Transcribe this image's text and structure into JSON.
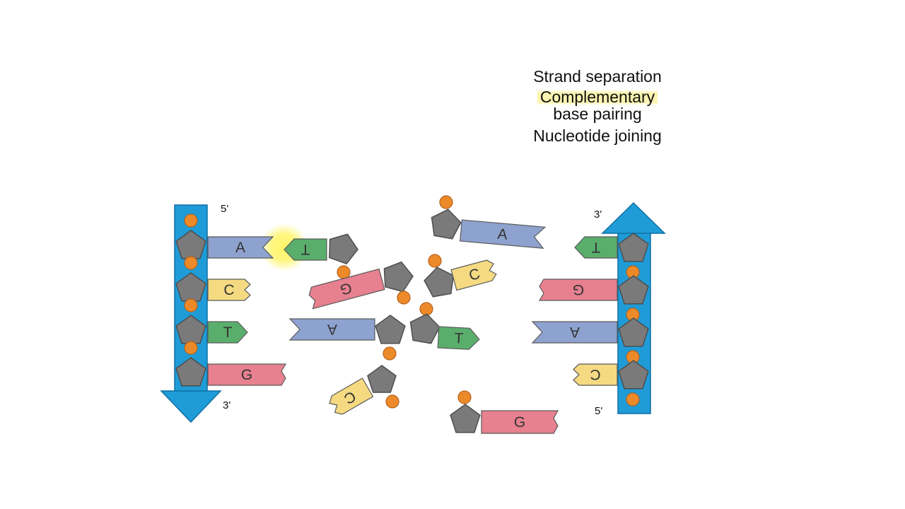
{
  "steps": {
    "strand_separation": "Strand separation",
    "complementary": "Complementary",
    "base_pairing": "base pairing",
    "nucleotide_joining": "Nucleotide joining"
  },
  "labels": {
    "left_top": "5'",
    "left_bottom": "3'",
    "right_top": "3'",
    "right_bottom": "5'"
  },
  "left_strand_bases": [
    "A",
    "C",
    "T",
    "G"
  ],
  "right_strand_bases": [
    "T",
    "G",
    "A",
    "C"
  ],
  "free_nucleotides": [
    "T",
    "A",
    "G",
    "C",
    "A",
    "T",
    "C",
    "G"
  ],
  "colors": {
    "A": "#8ea2cf",
    "T": "#5aae6c",
    "G": "#e7808f",
    "C": "#f5da82",
    "backbone": "#1f9cd8",
    "sugar": "#7a7a7a",
    "phosphate": "#ec8a2a",
    "highlight": "#fff56a"
  }
}
